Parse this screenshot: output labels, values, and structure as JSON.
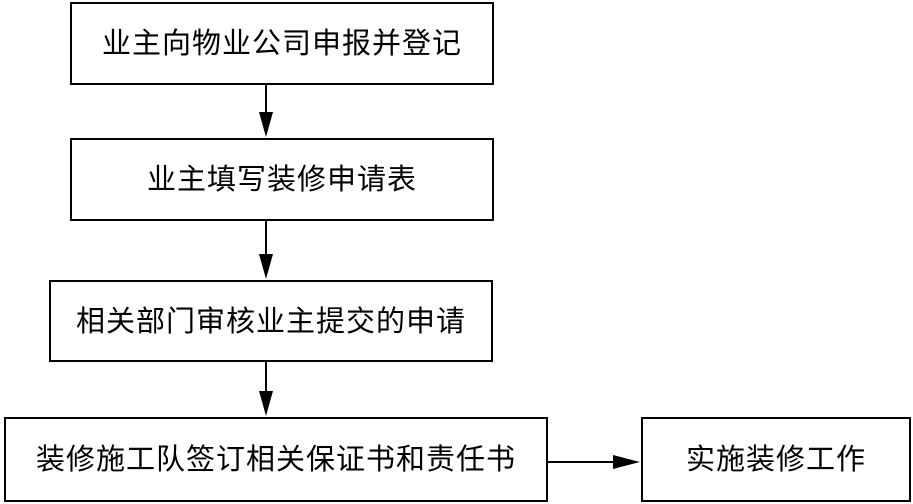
{
  "flowchart": {
    "steps": [
      {
        "text": "业主向物业公司申报并登记"
      },
      {
        "text": "业主填写装修申请表"
      },
      {
        "text": "相关部门审核业主提交的申请"
      },
      {
        "text": "装修施工队签订相关保证书和责任书"
      },
      {
        "text": "实施装修工作"
      }
    ],
    "line_color": "#000000",
    "box_border_color": "#000000",
    "background_color": "#ffffff"
  }
}
